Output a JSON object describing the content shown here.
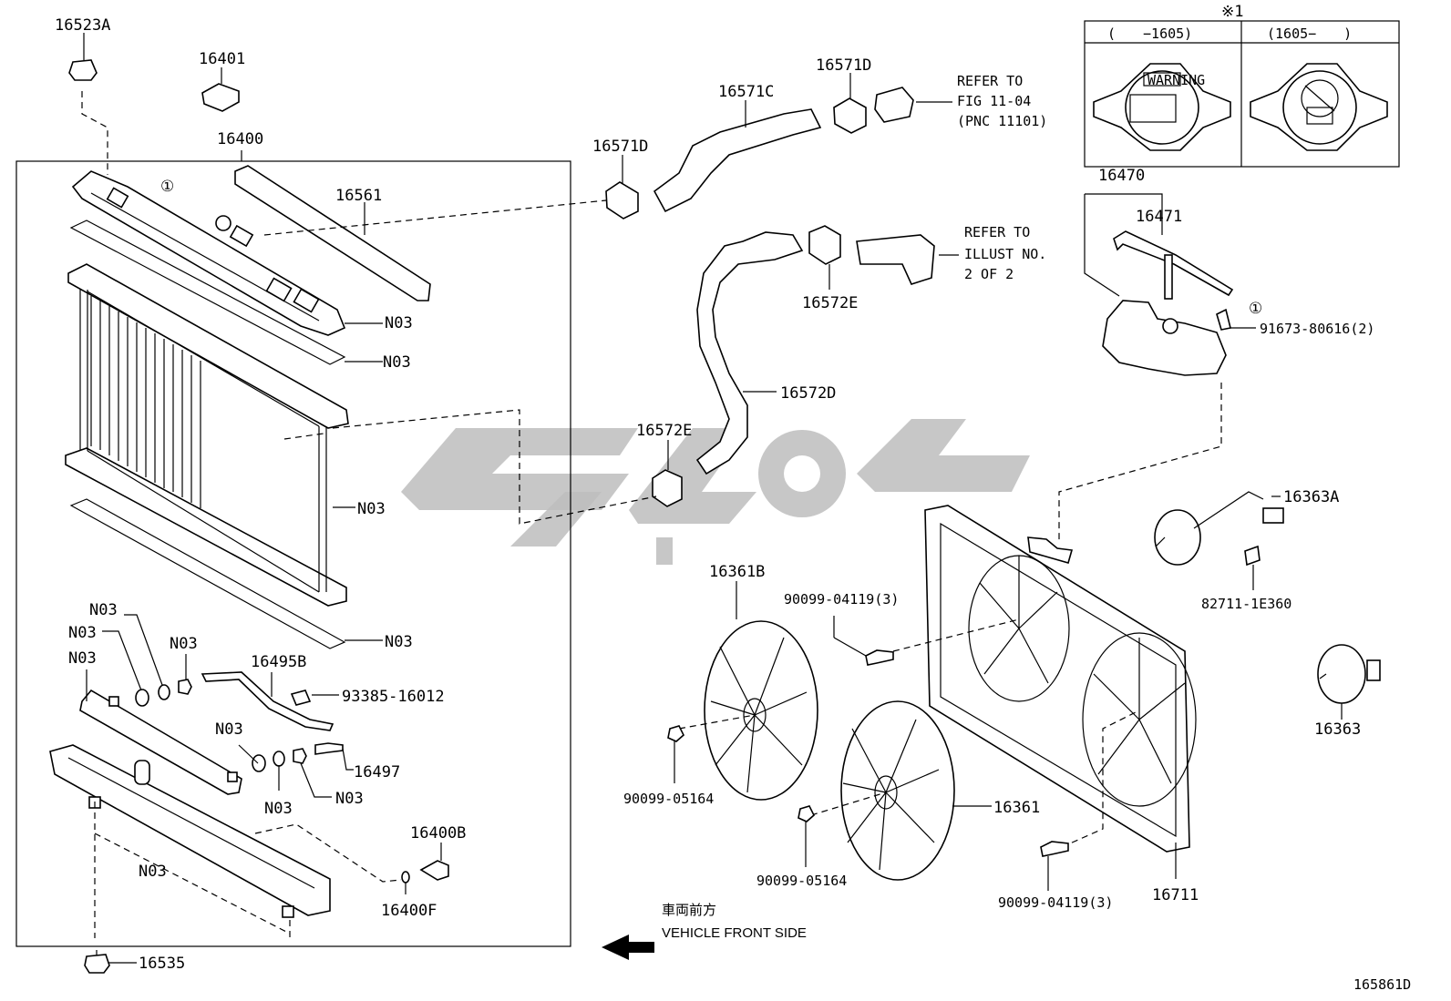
{
  "diagram": {
    "figure_id": "165861D",
    "note_marker": "※1",
    "inset": {
      "col_left": "(　　−1605)",
      "col_right": "(1605−　　)",
      "cap_warning_text": "WARNING"
    },
    "circle_marker": "①",
    "refer_1": [
      "REFER TO",
      "FIG 11-04",
      "(PNC 11101)"
    ],
    "refer_2": [
      "REFER TO",
      "ILLUST NO.",
      "2 OF 2"
    ],
    "front_note_jp": "車両前方",
    "front_note_en": "VEHICLE FRONT SIDE",
    "parts": {
      "p16523A": "16523A",
      "p16401": "16401",
      "p16400": "16400",
      "p16561": "16561",
      "p16571C": "16571C",
      "p16571D_a": "16571D",
      "p16571D_b": "16571D",
      "p16572E_a": "16572E",
      "p16572E_b": "16572E",
      "p16572D": "16572D",
      "p16470": "16470",
      "p16471": "16471",
      "p91673": "91673-80616(2)",
      "p16363A": "16363A",
      "p82711": "82711-1E360",
      "p16363": "16363",
      "p16361B": "16361B",
      "p90099_04119_a": "90099-04119(3)",
      "p90099_04119_b": "90099-04119(3)",
      "p90099_05164_a": "90099-05164",
      "p90099_05164_b": "90099-05164",
      "p16361": "16361",
      "p16711": "16711",
      "p16495B": "16495B",
      "p93385": "93385-16012",
      "p16497": "16497",
      "p16400B": "16400B",
      "p16400F": "16400F",
      "p16535": "16535",
      "n03": [
        "N03",
        "N03",
        "N03",
        "N03",
        "N03",
        "N03",
        "N03",
        "N03",
        "N03",
        "N03",
        "N03",
        "N03"
      ]
    }
  }
}
